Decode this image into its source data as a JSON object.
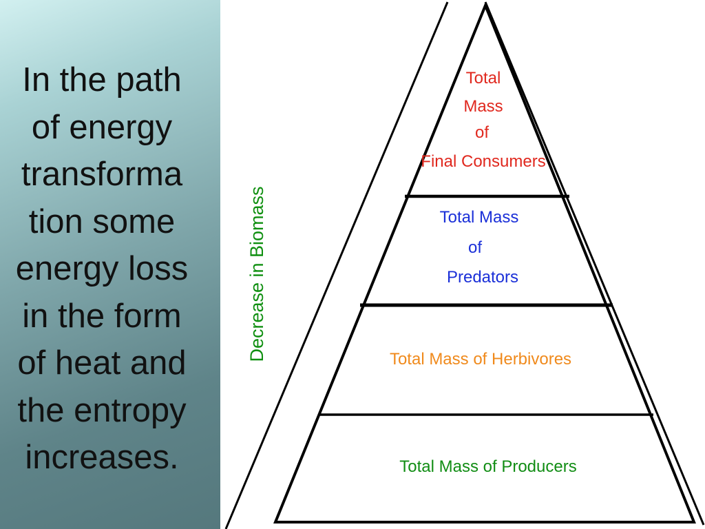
{
  "left_text": {
    "lines": [
      "In the path",
      "of energy",
      "transforma",
      "tion some",
      "energy loss",
      "in the form",
      "of heat and",
      "the entropy",
      "increases."
    ]
  },
  "diagram": {
    "axis_label": "Decrease in Biomass",
    "axis_color": "#0f8f10",
    "tiers": {
      "final_consumers": {
        "lines": [
          "Total",
          "Mass",
          "of",
          "Final Consumers"
        ],
        "color": "#e0281e"
      },
      "predators": {
        "lines": [
          "Total Mass",
          "of",
          "Predators"
        ],
        "color": "#1a2fd8"
      },
      "herbivores": {
        "lines": [
          "Total Mass of Herbivores"
        ],
        "color": "#f08a1c"
      },
      "producers": {
        "lines": [
          "Total Mass of Producers"
        ],
        "color": "#118d14"
      }
    }
  }
}
